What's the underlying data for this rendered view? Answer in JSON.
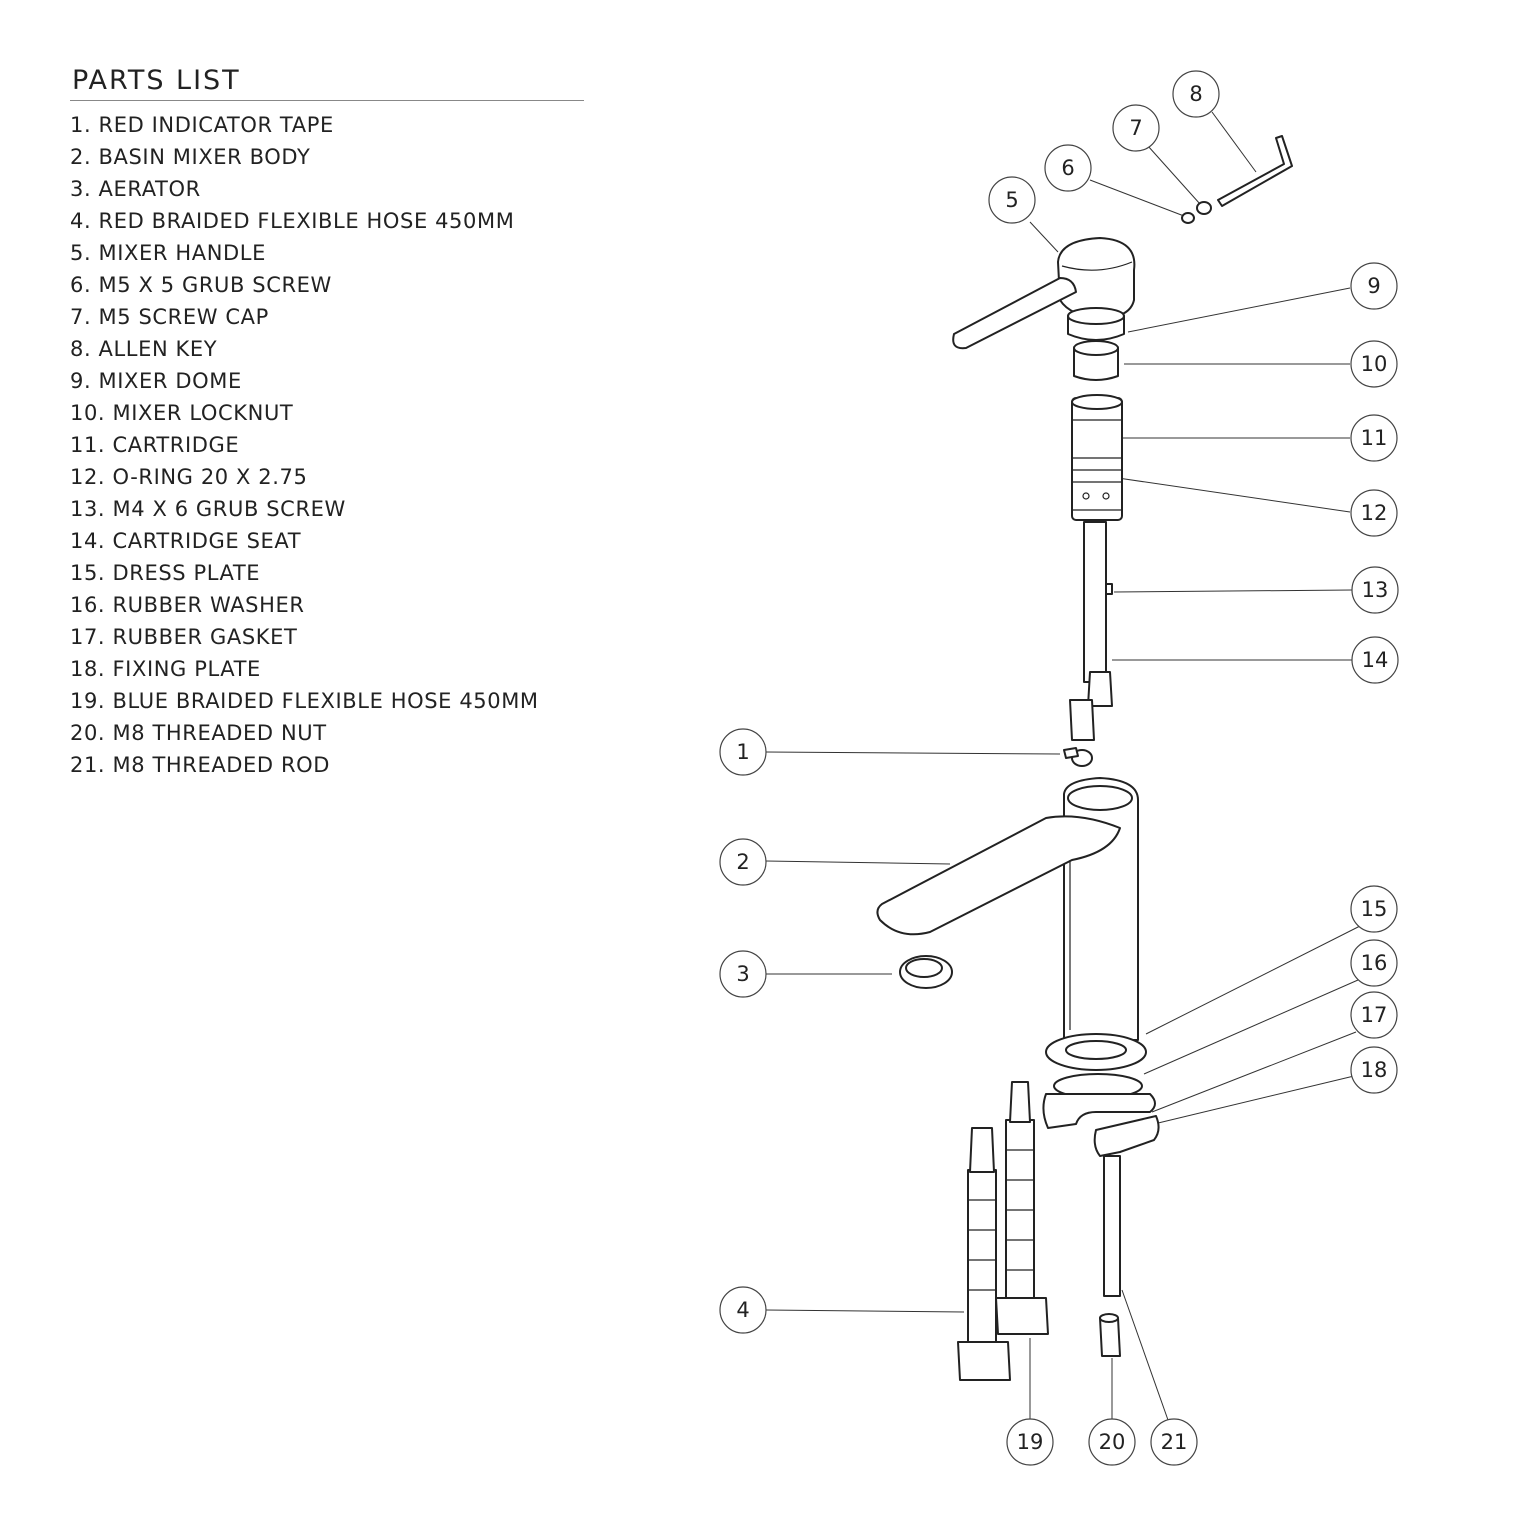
{
  "parts_list": {
    "title": "PARTS LIST",
    "items": [
      {
        "num": "1.",
        "label": "RED INDICATOR TAPE"
      },
      {
        "num": "2.",
        "label": "BASIN MIXER BODY"
      },
      {
        "num": "3.",
        "label": "AERATOR"
      },
      {
        "num": "4.",
        "label": "RED BRAIDED FLEXIBLE HOSE 450MM"
      },
      {
        "num": "5.",
        "label": "MIXER HANDLE"
      },
      {
        "num": "6.",
        "label": "M5 X 5 GRUB SCREW"
      },
      {
        "num": "7.",
        "label": "M5 SCREW CAP"
      },
      {
        "num": "8.",
        "label": "ALLEN KEY"
      },
      {
        "num": "9.",
        "label": "MIXER DOME"
      },
      {
        "num": "10.",
        "label": "MIXER LOCKNUT"
      },
      {
        "num": "11.",
        "label": "CARTRIDGE"
      },
      {
        "num": "12.",
        "label": "O-RING 20 X 2.75"
      },
      {
        "num": "13.",
        "label": "M4 X 6 GRUB SCREW"
      },
      {
        "num": "14.",
        "label": "CARTRIDGE SEAT"
      },
      {
        "num": "15.",
        "label": "DRESS PLATE"
      },
      {
        "num": "16.",
        "label": "RUBBER WASHER"
      },
      {
        "num": "17.",
        "label": "RUBBER GASKET"
      },
      {
        "num": "18.",
        "label": "FIXING PLATE"
      },
      {
        "num": "19.",
        "label": "BLUE BRAIDED FLEXIBLE HOSE 450MM"
      },
      {
        "num": "20.",
        "label": "M8 THREADED NUT"
      },
      {
        "num": "21.",
        "label": "M8 THREADED ROD"
      }
    ]
  },
  "callouts": [
    "1",
    "2",
    "3",
    "4",
    "5",
    "6",
    "7",
    "8",
    "9",
    "10",
    "11",
    "12",
    "13",
    "14",
    "15",
    "16",
    "17",
    "18",
    "19",
    "20",
    "21"
  ]
}
